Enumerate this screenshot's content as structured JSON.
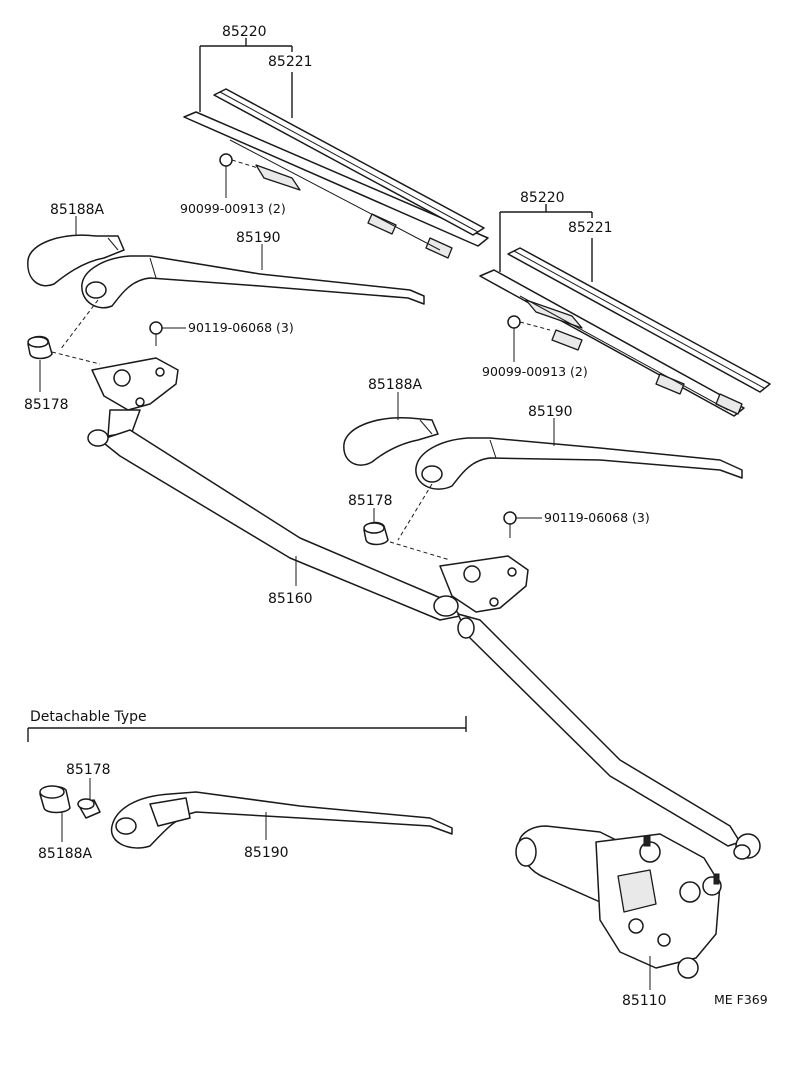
{
  "labels": {
    "blade_assy_left": "85220",
    "blade_rubber_left": "85221",
    "screw_left": "90099-00913 (2)",
    "arm_cover_left": "85188A",
    "arm_left": "85190",
    "bolt_left": "90119-06068 (3)",
    "cap_left": "85178",
    "blade_assy_right": "85220",
    "blade_rubber_right": "85221",
    "screw_right": "90099-00913 (2)",
    "arm_cover_right": "85188A",
    "arm_right": "85190",
    "cap_right": "85178",
    "bolt_right": "90119-06068 (3)",
    "link_rod": "85160",
    "detachable_heading": "Detachable Type",
    "cap_detachable": "85178",
    "cover_detachable": "85188A",
    "arm_detachable": "85190",
    "motor": "85110",
    "figure_code": "ME  F369"
  }
}
